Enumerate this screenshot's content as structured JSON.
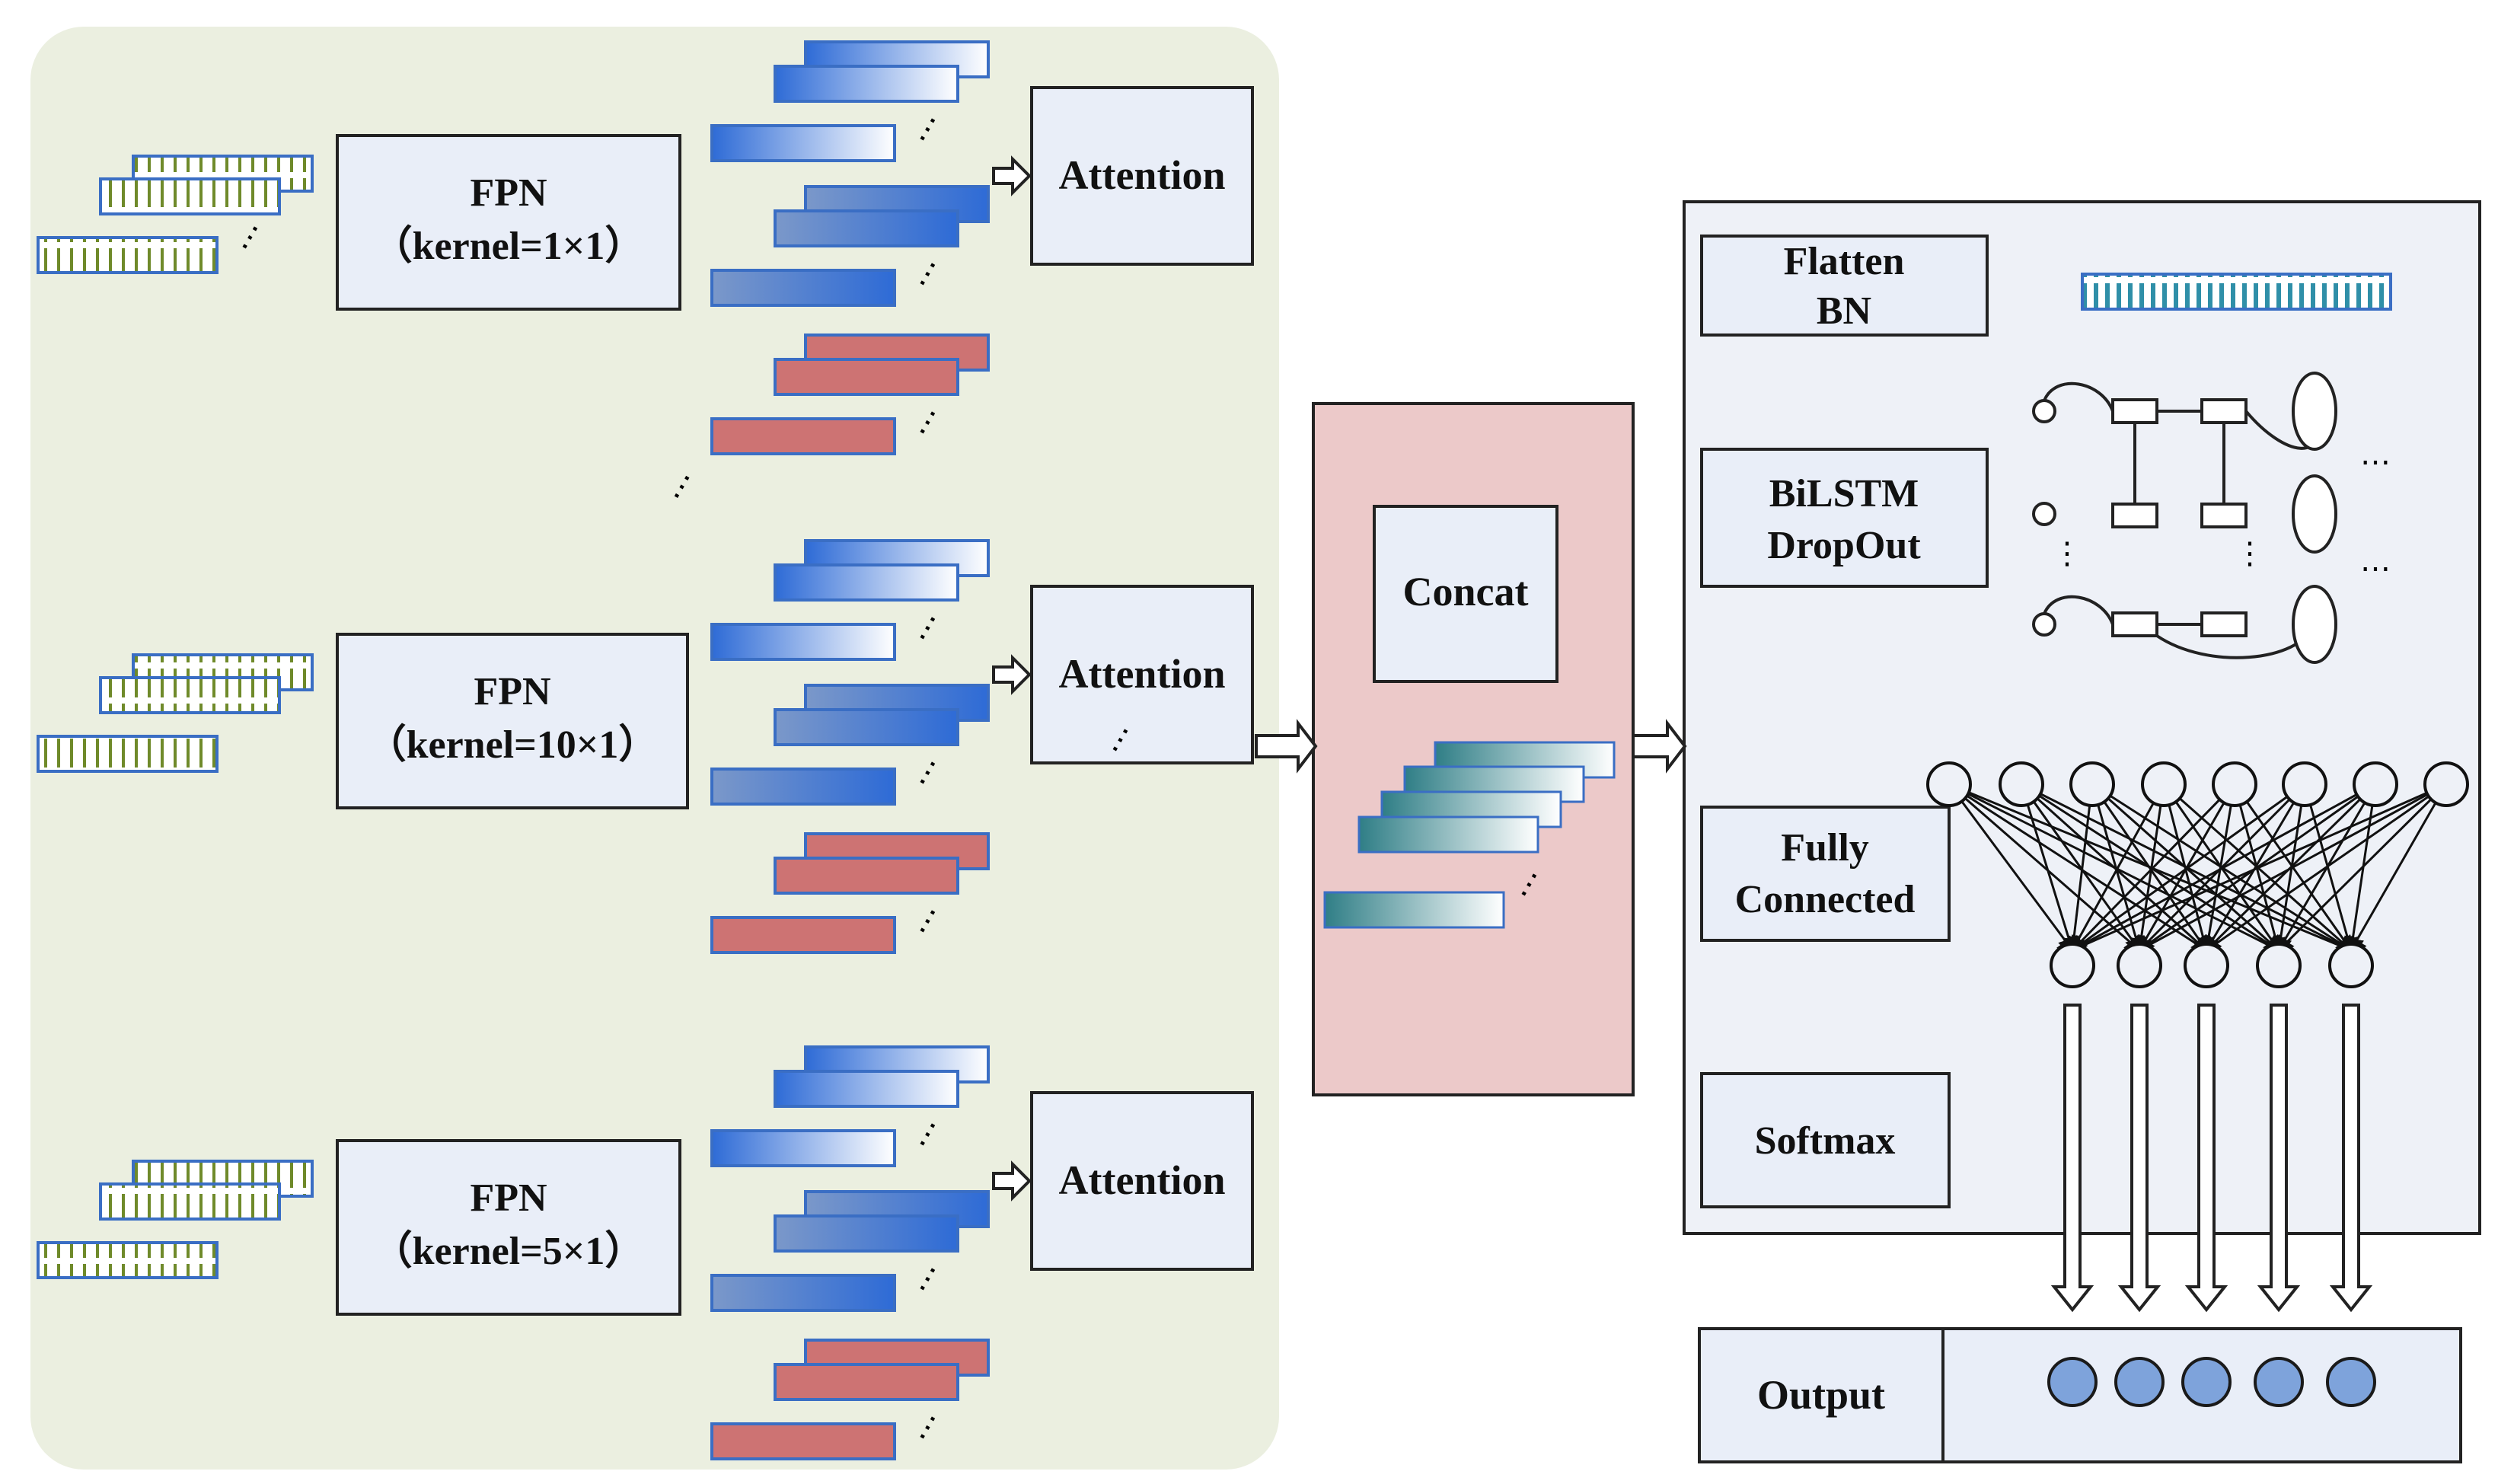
{
  "fpn_blocks": [
    {
      "title": "FPN",
      "kernel": "（kernel=1×1）"
    },
    {
      "title": "FPN",
      "kernel": "（kernel=10×1）"
    },
    {
      "title": "FPN",
      "kernel": "（kernel=5×1）"
    }
  ],
  "attention_label": "Attention",
  "concat_label": "Concat",
  "layers": {
    "flatten_bn": [
      "Flatten",
      "BN"
    ],
    "bilstm_dropout": [
      "BiLSTM",
      "DropOut"
    ],
    "fully_connected": [
      "Fully",
      "Connected"
    ],
    "softmax": "Softmax"
  },
  "output_label": "Output",
  "ellipsis": "…",
  "vertical_ellipsis": "⋮",
  "colors": {
    "left_panel_bg": "#ebefe0",
    "concat_panel_bg": "#ecc9c9",
    "box_bg": "#e9eef8",
    "right_panel_bg": "#eef1f7",
    "feature_map_stripe": "#6f8a2a",
    "feature_map_border": "#3a6ec4",
    "blue_strong": "#2e6bd6",
    "red_map": "#cd7373",
    "output_node": "#7ea3db",
    "teal_map": "#2f7e86"
  }
}
